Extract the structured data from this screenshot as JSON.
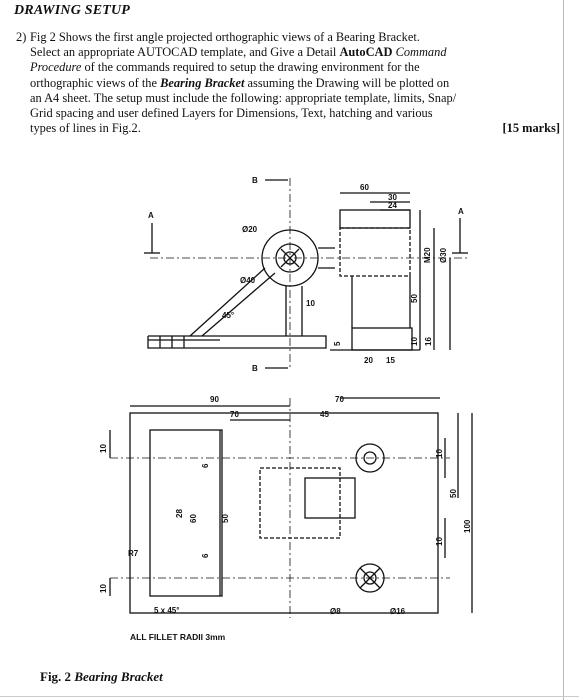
{
  "heading": "DRAWING SETUP",
  "question": {
    "number": "2)",
    "line1": "Fig 2 Shows the first angle projected orthographic views of a Bearing Bracket.",
    "line2_a": "Select an appropriate AUTOCAD template, and Give a Detail ",
    "line2_b": "AutoCAD",
    "line2_c": " Command",
    "line3_a": "Procedure",
    "line3_b": " of the commands required to setup the drawing environment for the",
    "line4_a": "orthographic views of the ",
    "line4_b": "Bearing Bracket",
    "line4_c": " assuming the Drawing will be plotted on",
    "line5": "an A4 sheet. The setup must include the following: appropriate template, limits, Snap/",
    "line6": "Grid spacing and user defined Layers for Dimensions, Text, hatching and various",
    "line7": "types of lines in Fig.2.",
    "marks": "[15 marks]"
  },
  "drawing_labels": {
    "section_b": "B",
    "section_a": "A",
    "d20": "Ø20",
    "d40": "Ø40",
    "angle45": "45°",
    "dim60": "60",
    "dim30": "30",
    "dim24": "24",
    "m20": "M20",
    "d30": "Ø30",
    "dim10": "10",
    "dim5": "5",
    "dim50": "50",
    "dim16": "16",
    "dim20": "20",
    "dim15": "15",
    "dim90": "90",
    "dim70": "70",
    "dim45": "45",
    "dim6": "6",
    "dim28": "28",
    "dim100": "100",
    "r7": "R7",
    "chamfer": "5 x 45°",
    "d8": "Ø8",
    "d16": "Ø16",
    "fillet_note": "ALL FILLET RADII 3mm"
  },
  "figure_caption": {
    "prefix": "Fig. 2 ",
    "title": "Bearing Bracket"
  }
}
